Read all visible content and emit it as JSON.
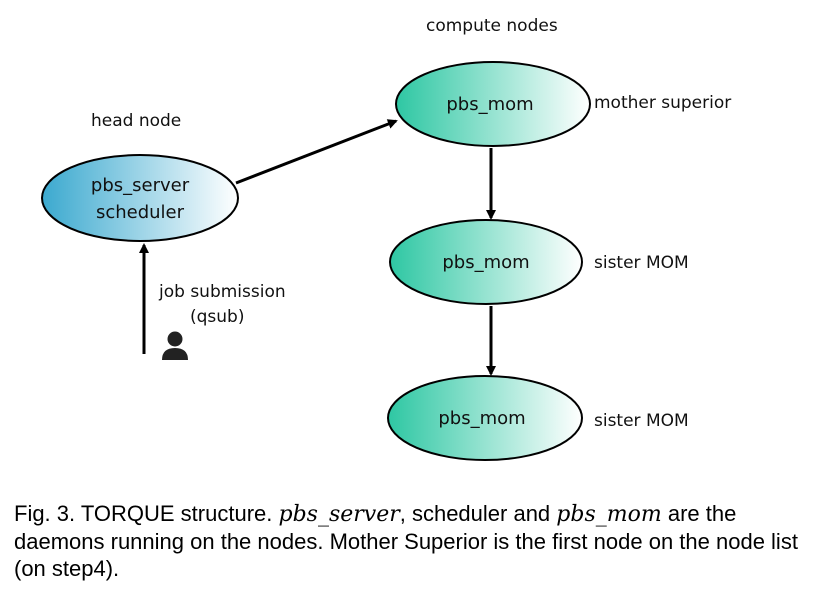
{
  "labels": {
    "compute_nodes": "compute nodes",
    "head_node": "head node",
    "job_submission_line1": "job submission",
    "job_submission_line2": "(qsub)",
    "mother_superior": "mother superior",
    "sister_mom_1": "sister MOM",
    "sister_mom_2": "sister MOM"
  },
  "nodes": {
    "head": {
      "line1": "pbs_server",
      "line2": "scheduler"
    },
    "mom_top": "pbs_mom",
    "mom_middle": "pbs_mom",
    "mom_bottom": "pbs_mom"
  },
  "icons": {
    "user": "user-icon"
  },
  "colors": {
    "head_gradient_start": "#3ba9cf",
    "mom_gradient_start": "#2ec7a3",
    "gradient_end": "#ffffff"
  },
  "caption": {
    "prefix": "Fig. 3. TORQUE structure. ",
    "math1": "pbs_server",
    "mid": ", scheduler and ",
    "math2": "pbs_mom",
    "suffix": " are the daemons running on the nodes. Mother Superior is the first node on the node list (on step4)."
  }
}
